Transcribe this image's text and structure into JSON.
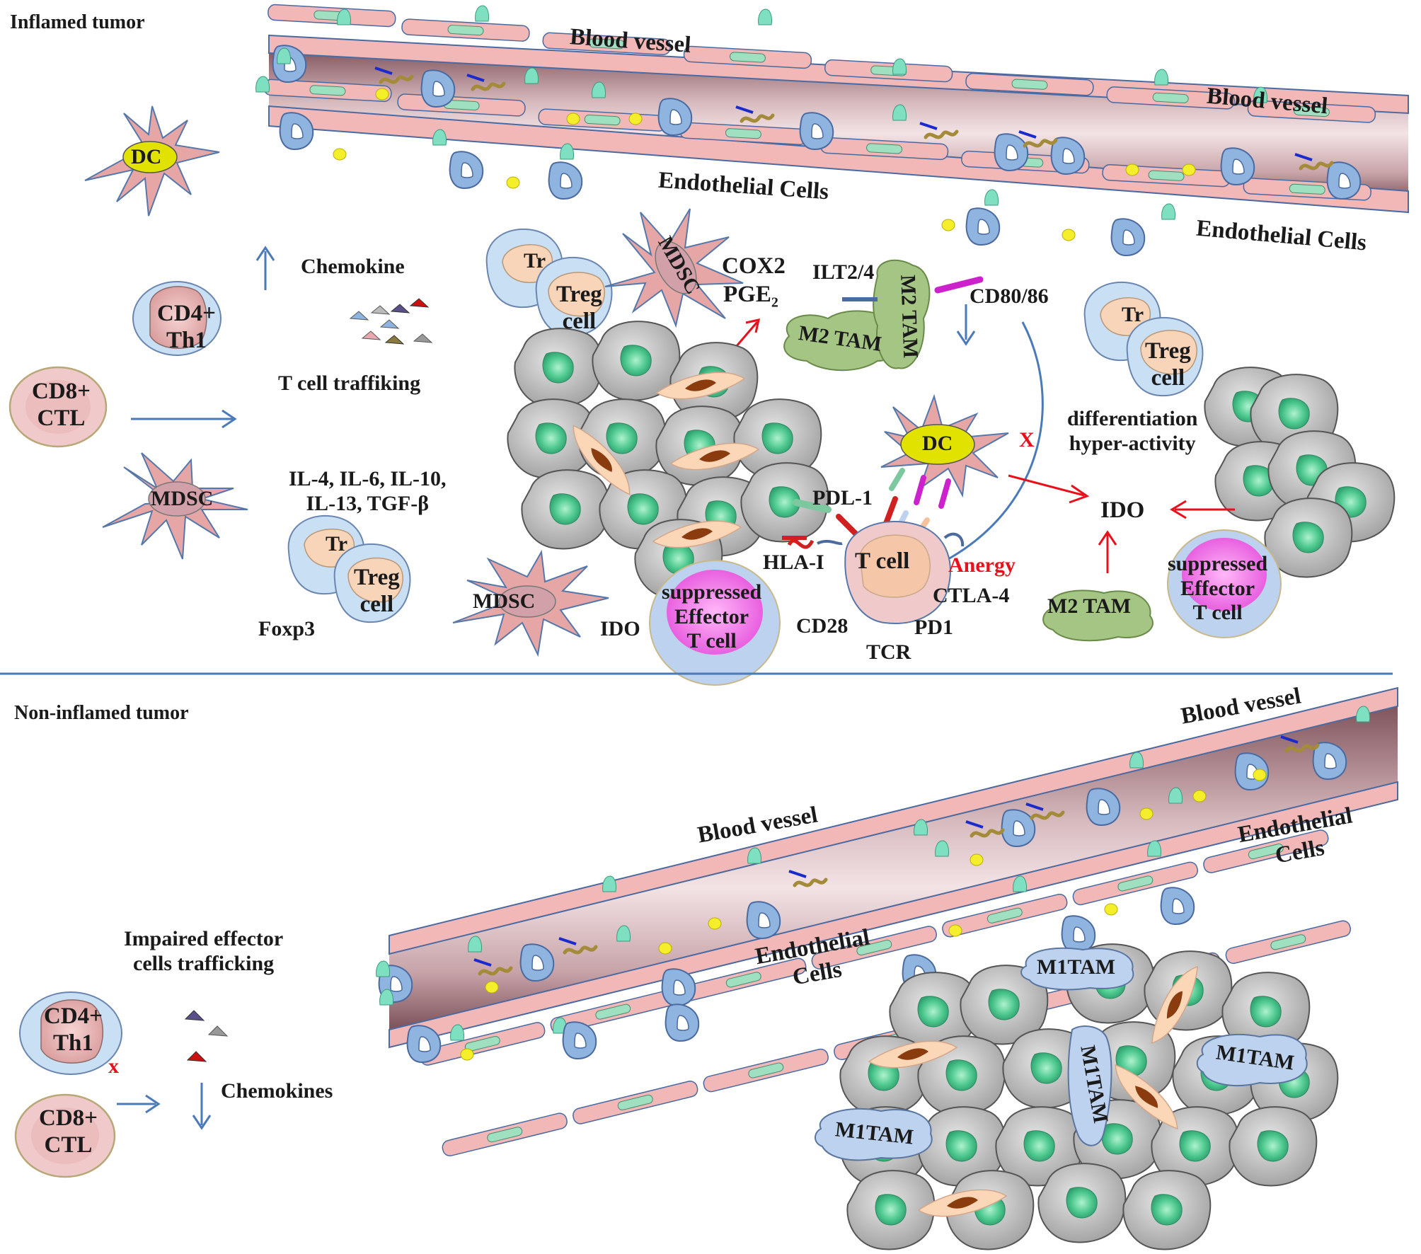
{
  "sections": {
    "inflamed_title": "Inflamed tumor",
    "non_inflamed_title": "Non-inflamed tumor"
  },
  "inflamed": {
    "blood_vessel_1": "Blood vessel",
    "blood_vessel_2": "Blood vessel",
    "endothelial_1": "Endothelial Cells",
    "endothelial_2": "Endothelial Cells",
    "dc_top": "DC",
    "chemokine": "Chemokine",
    "cd4_line1": "CD4+",
    "cd4_line2": "Th1",
    "cd8_line1": "CD8+",
    "cd8_line2": "CTL",
    "t_cell_trafficking": "T cell traffiking",
    "mdsc_left": "MDSC",
    "cytokines_line1": "IL-4, IL-6, IL-10,",
    "cytokines_line2": "IL-13, TGF-β",
    "treg_partial_1": "Tr",
    "treg_1_line1": "Treg",
    "treg_1_line2": "cell",
    "foxp3": "Foxp3",
    "mdsc_bottom": "MDSC",
    "treg_partial_2": "Tr",
    "treg_2_line1": "Treg",
    "treg_2_line2": "cell",
    "mdsc_top": "MDSC",
    "cox2": "COX2",
    "pge2_base": "PGE",
    "pge2_sub": "2",
    "ilt": "ILT2/4",
    "m2tam_1": "M2 TAM",
    "m2tam_2": "M2 TAM",
    "cd80": "CD80/86",
    "treg_partial_3": "Tr",
    "treg_3_line1": "Treg",
    "treg_3_line2": "cell",
    "differentiation": "differentiation",
    "hyper_activity": "hyper-activity",
    "dc_center": "DC",
    "x_mark": "X",
    "ido_right": "IDO",
    "pdl1": "PDL-1",
    "hla": "HLA-I",
    "t_cell": "T cell",
    "anergy": "Anergy",
    "ctla4": "CTLA-4",
    "cd28": "CD28",
    "pd1": "PD1",
    "tcr": "TCR",
    "ido_left": "IDO",
    "suppressed_1_line1": "suppressed",
    "suppressed_1_line2": "Effector",
    "suppressed_1_line3": "T cell",
    "m2tam_3": "M2 TAM",
    "suppressed_2_line1": "suppressed",
    "suppressed_2_line2": "Effector",
    "suppressed_2_line3": "T cell"
  },
  "non_inflamed": {
    "blood_vessel_1": "Blood vessel",
    "blood_vessel_2": "Blood vessel",
    "endothelial_1_line1": "Endothelial",
    "endothelial_1_line2": "Cells",
    "endothelial_2_line1": "Endothelial",
    "endothelial_2_line2": "Cells",
    "impaired_line1": "Impaired effector",
    "impaired_line2": "cells trafficking",
    "chemokines": "Chemokines",
    "cd4_line1": "CD4+",
    "cd4_line2": "Th1",
    "x_mark": "x",
    "cd8_line1": "CD8+",
    "cd8_line2": "CTL",
    "m1tam_1": "M1TAM",
    "m1tam_2": "M1TAM",
    "m1tam_3": "M1TAM",
    "m1tam_4": "M1TAM"
  },
  "colors": {
    "vessel_dark": "#8a5a62",
    "vessel_light": "#f3e3e5",
    "endothelial_fill": "#f2b8b8",
    "endothelial_nucleus": "#9ee0c0",
    "teal_chemokine": "#7ee0c0",
    "monocyte": "#8fb4df",
    "platelet": "#f5ee2a",
    "tumor_gray": "#c8c8c8",
    "tumor_nucleus": "#4ec98f",
    "mdsc_pink": "#e6a6a6",
    "treg_fill": "#f8d4b8",
    "treg_outer": "#c9dff3",
    "m2tam": "#a5c584",
    "m1tam": "#bcd2ee",
    "suppressed_outer": "#bcd2ee",
    "suppressed_inner": "#ee7ee8",
    "dc_nucleus": "#e2e200",
    "arrow_blue": "#4a7ab8",
    "arrow_red": "#e8101a",
    "label_text": "#1a1a1a"
  }
}
